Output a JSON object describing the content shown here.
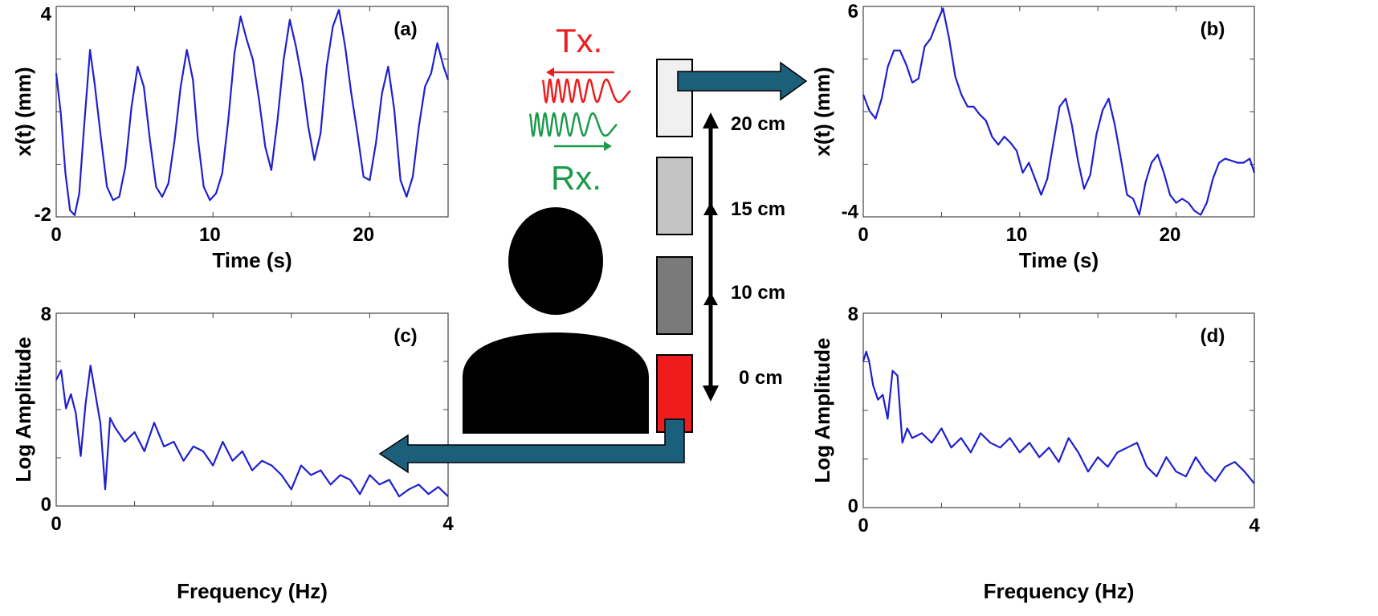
{
  "colors": {
    "line": "#1f1fd0",
    "arrow": "#1c5f7a",
    "tx": "#ee1c1c",
    "rx": "#1a9a4a",
    "box_top": "#f0f0f0",
    "box_2": "#c4c4c4",
    "box_3": "#7a7a7a",
    "box_bottom": "#ee1c1c"
  },
  "diagram": {
    "tx_label": "Tx.",
    "rx_label": "Rx.",
    "distances": [
      "20 cm",
      "15 cm",
      "10 cm",
      "0 cm"
    ]
  },
  "chart_data": [
    {
      "type": "line",
      "panel_label": "(a)",
      "xlabel": "Time (s)",
      "ylabel": "x(t) (mm)",
      "xlim": [
        0,
        25.5
      ],
      "ylim": [
        -2.1,
        4.2
      ],
      "xticks": [
        "0",
        "10",
        "20"
      ],
      "yticks": [
        "-2",
        "4"
      ],
      "series": [
        {
          "x": [
            0,
            0.3,
            0.6,
            0.9,
            1.2,
            1.5,
            1.8,
            2.2,
            2.5,
            2.9,
            3.3,
            3.7,
            4.1,
            4.5,
            4.9,
            5.3,
            5.7,
            6.1,
            6.5,
            6.9,
            7.3,
            7.7,
            8.1,
            8.5,
            8.9,
            9.2,
            9.6,
            10.0,
            10.4,
            10.8,
            11.2,
            11.6,
            12.0,
            12.4,
            12.8,
            13.2,
            13.6,
            14.0,
            14.4,
            14.8,
            15.2,
            15.6,
            16.0,
            16.4,
            16.8,
            17.2,
            17.6,
            18.0,
            18.4,
            18.8,
            19.2,
            19.6,
            20.0,
            20.4,
            20.8,
            21.2,
            21.6,
            22.0,
            22.4,
            22.8,
            23.2,
            23.6,
            24.0,
            24.4,
            24.8,
            25.2,
            25.5
          ],
          "y": [
            2.2,
            1.0,
            -0.8,
            -1.9,
            -2.05,
            -1.4,
            0.5,
            2.9,
            1.9,
            0.3,
            -1.2,
            -1.6,
            -1.5,
            -0.6,
            1.2,
            2.4,
            1.8,
            0.2,
            -1.2,
            -1.5,
            -1.1,
            0.2,
            1.8,
            2.9,
            2.0,
            0.3,
            -1.2,
            -1.6,
            -1.4,
            -0.8,
            0.8,
            2.8,
            3.9,
            3.2,
            2.6,
            1.4,
            0.0,
            -0.7,
            0.8,
            2.6,
            3.8,
            3.0,
            2.0,
            0.6,
            -0.4,
            0.4,
            2.4,
            3.6,
            4.1,
            3.0,
            1.6,
            0.4,
            -0.9,
            -1.0,
            0.1,
            1.6,
            2.4,
            1.1,
            -1.0,
            -1.5,
            -0.9,
            0.6,
            1.8,
            2.2,
            3.1,
            2.4,
            2.0
          ]
        }
      ]
    },
    {
      "type": "line",
      "panel_label": "(b)",
      "xlabel": "Time (s)",
      "ylabel": "x(t) (mm)",
      "xlim": [
        0,
        25.5
      ],
      "ylim": [
        -4.3,
        6.2
      ],
      "xticks": [
        "0",
        "10",
        "20"
      ],
      "yticks": [
        "-4",
        "6"
      ],
      "series": [
        {
          "x": [
            0,
            0.4,
            0.8,
            1.2,
            1.6,
            2.0,
            2.4,
            2.8,
            3.2,
            3.6,
            4.0,
            4.4,
            4.8,
            5.2,
            5.6,
            6.0,
            6.4,
            6.8,
            7.2,
            7.6,
            8.0,
            8.4,
            8.8,
            9.2,
            9.6,
            10.0,
            10.4,
            10.8,
            11.2,
            11.6,
            12.0,
            12.4,
            12.8,
            13.2,
            13.6,
            14.0,
            14.4,
            14.8,
            15.2,
            15.6,
            16.0,
            16.4,
            16.8,
            17.2,
            17.6,
            18.0,
            18.4,
            18.8,
            19.2,
            19.6,
            20.0,
            20.4,
            20.8,
            21.2,
            21.6,
            22.0,
            22.4,
            22.8,
            23.2,
            23.6,
            24.0,
            24.4,
            24.8,
            25.2,
            25.5
          ],
          "y": [
            1.8,
            1.0,
            0.6,
            1.6,
            3.2,
            4.0,
            4.0,
            3.3,
            2.4,
            2.6,
            4.2,
            4.6,
            5.4,
            6.1,
            4.6,
            2.7,
            1.8,
            1.2,
            1.2,
            0.8,
            0.5,
            -0.3,
            -0.7,
            -0.3,
            -0.6,
            -1.0,
            -2.1,
            -1.6,
            -2.4,
            -3.2,
            -2.4,
            -0.6,
            1.2,
            1.6,
            0.3,
            -1.5,
            -2.9,
            -2.2,
            -0.2,
            1.0,
            1.6,
            0.3,
            -1.4,
            -3.2,
            -3.4,
            -4.2,
            -2.6,
            -1.6,
            -1.2,
            -2.1,
            -3.2,
            -3.6,
            -3.4,
            -3.6,
            -4.0,
            -4.2,
            -3.6,
            -2.4,
            -1.6,
            -1.4,
            -1.5,
            -1.6,
            -1.6,
            -1.4,
            -2.1
          ]
        }
      ]
    },
    {
      "type": "line",
      "panel_label": "(c)",
      "xlabel": "Frequency (Hz)",
      "ylabel": "Log Amplitude",
      "xlim": [
        0,
        4
      ],
      "ylim": [
        -0.1,
        8
      ],
      "xticks": [
        "0",
        "4"
      ],
      "yticks": [
        "0",
        "8"
      ],
      "series": [
        {
          "x": [
            0,
            0.05,
            0.1,
            0.15,
            0.2,
            0.25,
            0.3,
            0.35,
            0.4,
            0.45,
            0.5,
            0.55,
            0.6,
            0.7,
            0.8,
            0.9,
            1.0,
            1.1,
            1.2,
            1.3,
            1.4,
            1.5,
            1.6,
            1.7,
            1.8,
            1.9,
            2.0,
            2.1,
            2.2,
            2.3,
            2.4,
            2.5,
            2.6,
            2.7,
            2.8,
            2.9,
            3.0,
            3.1,
            3.2,
            3.3,
            3.4,
            3.5,
            3.6,
            3.7,
            3.8,
            3.9,
            4.0
          ],
          "y": [
            5.2,
            5.6,
            4.0,
            4.6,
            3.8,
            2.0,
            4.2,
            5.8,
            4.6,
            3.4,
            0.6,
            3.6,
            3.2,
            2.6,
            3.0,
            2.2,
            3.4,
            2.4,
            2.6,
            1.8,
            2.4,
            2.2,
            1.6,
            2.6,
            1.8,
            2.2,
            1.4,
            1.8,
            1.6,
            1.2,
            0.6,
            1.6,
            1.2,
            1.4,
            0.8,
            1.2,
            1.0,
            0.4,
            1.2,
            0.8,
            1.0,
            0.3,
            0.6,
            0.8,
            0.4,
            0.7,
            0.3
          ]
        }
      ]
    },
    {
      "type": "line",
      "panel_label": "(d)",
      "xlabel": "Frequency (Hz)",
      "ylabel": "Log Amplitude",
      "xlim": [
        0,
        4
      ],
      "ylim": [
        -0.1,
        8
      ],
      "xticks": [
        "0",
        "4"
      ],
      "yticks": [
        "0",
        "8"
      ],
      "series": [
        {
          "x": [
            0,
            0.03,
            0.06,
            0.1,
            0.15,
            0.2,
            0.25,
            0.3,
            0.35,
            0.4,
            0.45,
            0.5,
            0.6,
            0.7,
            0.8,
            0.9,
            1.0,
            1.1,
            1.2,
            1.3,
            1.4,
            1.5,
            1.6,
            1.7,
            1.8,
            1.9,
            2.0,
            2.1,
            2.2,
            2.3,
            2.4,
            2.5,
            2.6,
            2.7,
            2.8,
            2.9,
            3.0,
            3.1,
            3.2,
            3.3,
            3.4,
            3.5,
            3.6,
            3.7,
            3.8,
            3.9,
            4.0
          ],
          "y": [
            6.0,
            6.4,
            6.0,
            5.0,
            4.4,
            4.6,
            3.6,
            5.6,
            5.4,
            2.6,
            3.2,
            2.8,
            3.0,
            2.6,
            3.2,
            2.4,
            2.8,
            2.2,
            3.0,
            2.6,
            2.4,
            2.8,
            2.2,
            2.6,
            2.0,
            2.4,
            1.8,
            2.8,
            2.2,
            1.4,
            2.0,
            1.6,
            2.2,
            2.4,
            2.6,
            1.6,
            1.2,
            2.0,
            1.4,
            1.2,
            2.0,
            1.4,
            1.0,
            1.6,
            1.8,
            1.4,
            0.9
          ]
        }
      ]
    }
  ]
}
